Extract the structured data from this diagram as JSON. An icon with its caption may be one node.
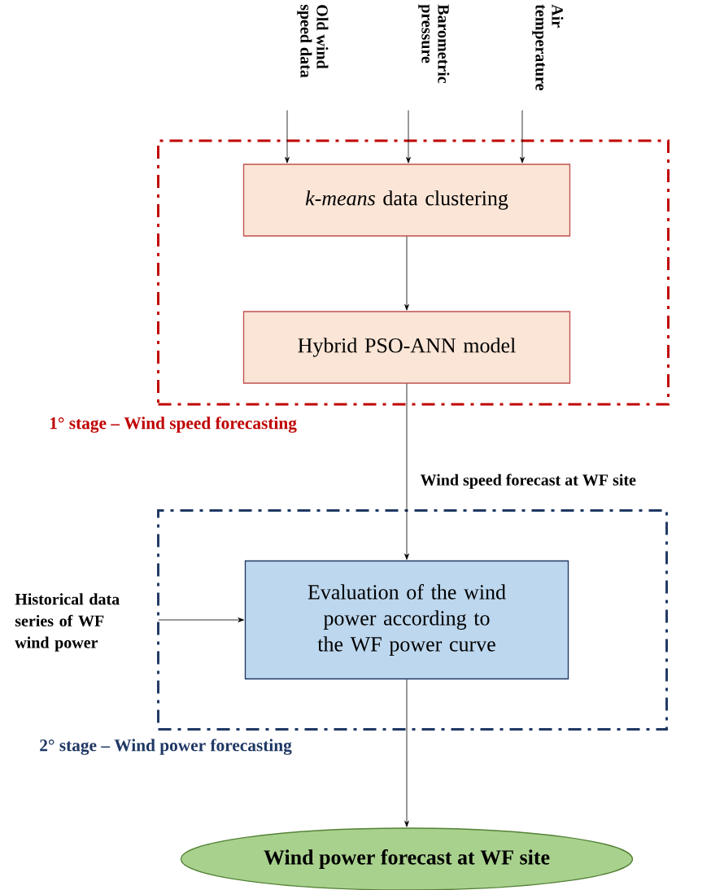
{
  "diagram": {
    "nodes": [
      {
        "text": [
          "Old wind speed data"
        ]
      },
      {
        "text": [
          "Barometric pressure"
        ]
      },
      {
        "text": [
          "Air temperature"
        ]
      },
      {
        "text": [
          "1° stage – Wind speed forecasting"
        ]
      },
      {
        "text": [
          "*k-means* data clustering"
        ],
        "in": 3
      },
      {
        "text": [
          "Hybrid PSO-ANN model"
        ],
        "in": 3
      },
      {
        "text": [
          "2° stage – Wind power forecasting"
        ]
      },
      {
        "text": [
          "Evaluation of the wind power according to the WF power curve"
        ],
        "in": 6
      },
      {
        "text": [
          "Historical data series of WF wind power"
        ]
      },
      {
        "text": [
          "Wind power forecast at WF site"
        ]
      }
    ],
    "edges": [
      {
        "from": 0,
        "to": 4,
        "arrow": "to"
      },
      {
        "from": 1,
        "to": 4,
        "arrow": "to"
      },
      {
        "from": 2,
        "to": 4,
        "arrow": "to"
      },
      {
        "from": 4,
        "to": 5,
        "arrow": "to"
      },
      {
        "from": 5,
        "to": 7,
        "label": "Wind speed forecast at WF site",
        "arrow": "to"
      },
      {
        "from": 8,
        "to": 7,
        "arrow": "to"
      },
      {
        "from": 7,
        "to": 9,
        "arrow": "to"
      }
    ]
  }
}
